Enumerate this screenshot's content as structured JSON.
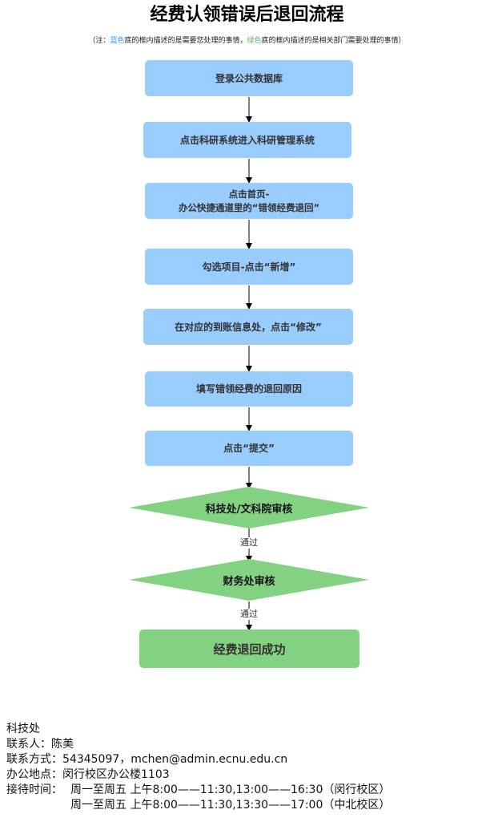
{
  "title": "经费认领错误后退回流程",
  "note": {
    "prefix": "（注：",
    "blue_word": "蓝色",
    "blue_text": "底的框内描述的是需要您处理的事情，",
    "green_word": "绿色",
    "green_text": "底的框内描述的是相关部门需要处理的事情）",
    "colors": {
      "blue": "#2a9df4",
      "green": "#5bbf5b"
    }
  },
  "steps": [
    {
      "lines": [
        "登录公共数据库"
      ]
    },
    {
      "lines": [
        "点击科研系统进入科研管理系统"
      ]
    },
    {
      "lines": [
        "点击首页-",
        "办公快捷通道里的“错领经费退回”"
      ]
    },
    {
      "lines": [
        "勾选项目-点击“新增”"
      ]
    },
    {
      "lines": [
        "在对应的到账信息处，点击“修改”"
      ]
    },
    {
      "lines": [
        "填写错领经费的退回原因"
      ]
    },
    {
      "lines": [
        "点击“提交”"
      ]
    }
  ],
  "reviews": [
    {
      "label": "科技处/文科院审核",
      "pass_label": "通过"
    },
    {
      "label": "财务处审核",
      "pass_label": "通过"
    }
  ],
  "final": "经费退回成功",
  "colors": {
    "step": "#99ccff",
    "review": "#82d282"
  },
  "contact": {
    "dept": "科技处",
    "person_label": "联系人：",
    "person": "陈美",
    "method_label": "联系方式：",
    "method": "54345097，mchen@admin.ecnu.edu.cn",
    "office_label": "办公地点：",
    "office": "闵行校区办公楼1103",
    "hours_label": "接待时间：",
    "hours": [
      "周一至周五 上午8:00——11:30,13:00——16:30（闵行校区）",
      "周一至周五 上午8:00——11:30,13:30——17:00（中北校区）"
    ]
  }
}
